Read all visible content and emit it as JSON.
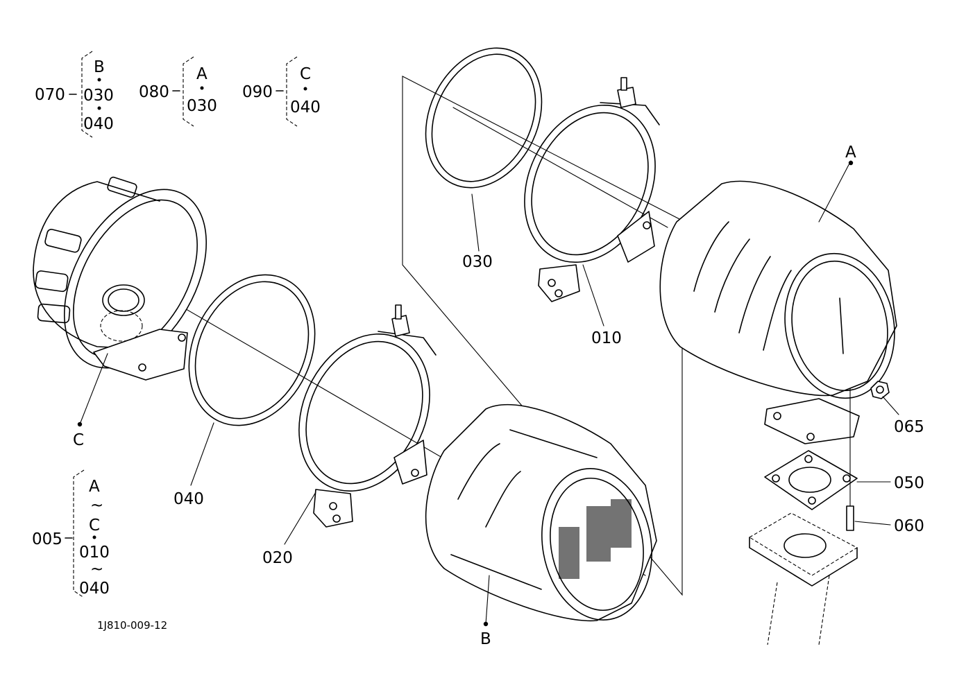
{
  "diagram": {
    "ref_code": "1J810-009-12",
    "callouts": {
      "p010": "010",
      "p020": "020",
      "p030": "030",
      "p040": "040",
      "p050": "050",
      "p060": "060",
      "p065": "065",
      "A": "A",
      "B": "B",
      "C": "C"
    },
    "assembly_keys": [
      {
        "part": "070",
        "lines": [
          "B",
          "030",
          "040"
        ]
      },
      {
        "part": "080",
        "lines": [
          "A",
          "030"
        ]
      },
      {
        "part": "090",
        "lines": [
          "C",
          "040"
        ]
      },
      {
        "part": "005",
        "lines": [
          "A",
          "~",
          "C",
          "010",
          "~",
          "040"
        ]
      }
    ]
  }
}
